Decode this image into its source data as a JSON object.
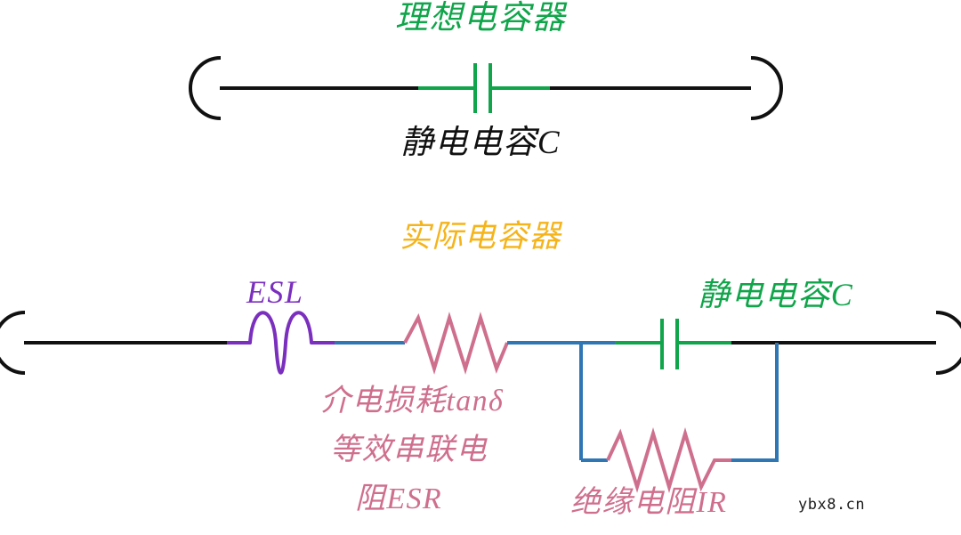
{
  "figure": {
    "title_ideal": "理想电容器",
    "title_real": "实际电容器",
    "watermark": "ybx8.cn"
  },
  "ideal_circuit": {
    "component_label": "静电电容C",
    "terminal_left": "left-terminal-arc",
    "terminal_right": "right-terminal-arc",
    "capacitor": "capacitor-symbol"
  },
  "real_circuit": {
    "labels": {
      "esl": "ESL",
      "static_capacitance": "静电电容C",
      "dielectric_loss": "介电损耗tanδ",
      "esr_line1": "等效串联电",
      "esr_line2": "阻ESR",
      "insulation_resistance": "绝缘电阻IR"
    },
    "components": [
      {
        "name": "inductor-esl",
        "symbol": "coil"
      },
      {
        "name": "resistor-esr",
        "symbol": "zigzag"
      },
      {
        "name": "capacitor-c",
        "symbol": "parallel-plates"
      },
      {
        "name": "resistor-ir",
        "symbol": "zigzag"
      }
    ]
  },
  "colors": {
    "green": "#10a54a",
    "amber": "#f5b41a",
    "purple": "#7b2fbe",
    "pink": "#cf6f8e",
    "blue": "#2f76b4",
    "black": "#111111",
    "watermark": "#1c1c1c"
  }
}
